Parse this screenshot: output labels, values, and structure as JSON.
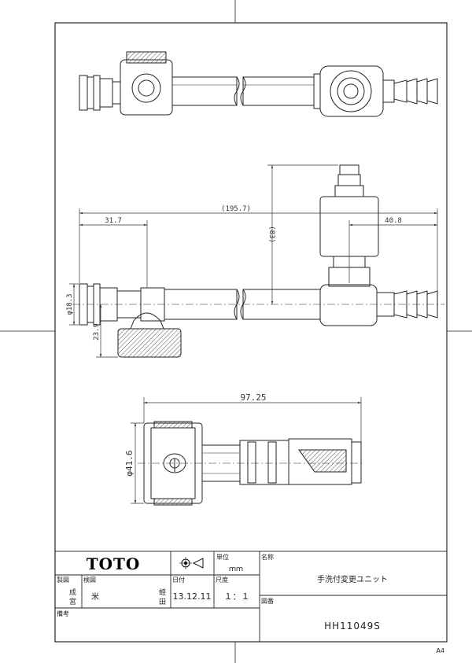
{
  "sheet": {
    "paper_size": "A4"
  },
  "dimensions": {
    "overall_length": "(195.7)",
    "left_offset": "31.7",
    "right_offset": "40.8",
    "height": "(83)",
    "pipe_diameter": "φ18.3",
    "nut_drop": "23.9",
    "side_length": "97.25",
    "nut_diameter": "φ41.6"
  },
  "title_block": {
    "company": "TOTO",
    "unit_label": "単位",
    "unit_value": "ｍｍ",
    "name_label": "名称",
    "name_value": "手洗付変更ユニット",
    "made_label": "製図",
    "made_name_1": "成",
    "made_name_2": "宮",
    "check_label": "検図",
    "check_name": "米",
    "check_name_2a": "蛭",
    "check_name_2b": "田",
    "date_label": "日付",
    "date_value": "13.12.11",
    "scale_label": "尺度",
    "scale_value": "１：１",
    "drawing_no_label": "図番",
    "drawing_no_value": "HH11049S",
    "remarks_label": "備考"
  }
}
